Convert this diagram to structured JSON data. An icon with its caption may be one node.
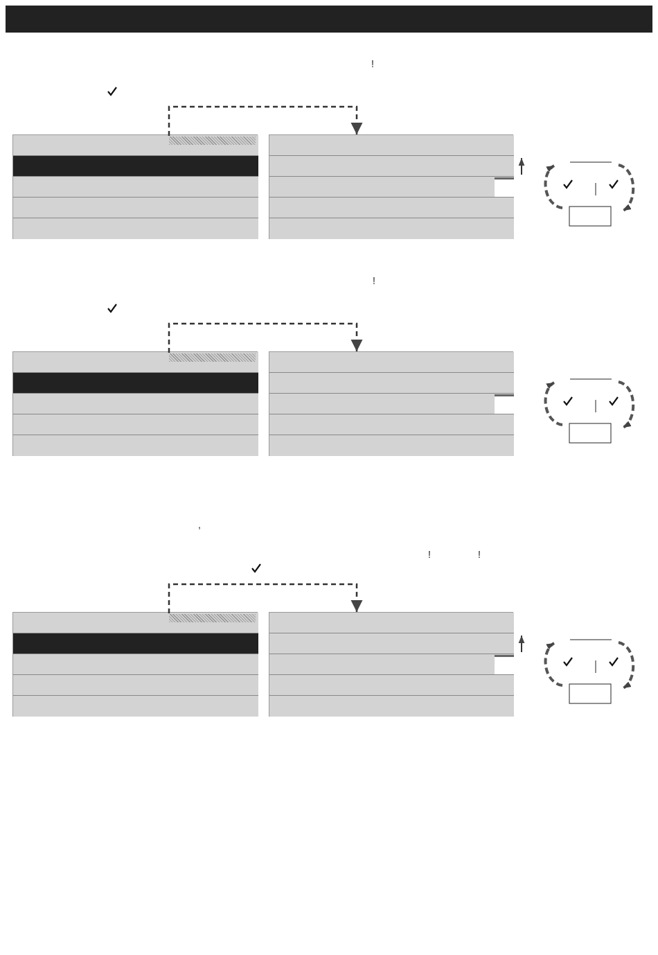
{
  "diagram": {
    "nodes": [
      {
        "text": [],
        "shape": "box"
      },
      {
        "text": [],
        "shape": "bar",
        "in": 0
      },
      {
        "text": [],
        "shape": "bar",
        "in": 0
      },
      {
        "text": [],
        "shape": "bar",
        "in": 0
      },
      {
        "text": [],
        "shape": "bar",
        "in": 0
      },
      {
        "text": [],
        "shape": "bar",
        "in": 0
      },
      {
        "text": [],
        "shape": "box",
        "in": 1
      },
      {
        "text": [],
        "shape": "box"
      },
      {
        "text": [],
        "shape": "bar",
        "in": 7
      },
      {
        "text": [],
        "shape": "bar",
        "in": 7
      },
      {
        "text": [],
        "shape": "bar",
        "in": 7
      },
      {
        "text": [],
        "shape": "bar",
        "in": 7
      },
      {
        "text": [],
        "shape": "bar",
        "in": 7
      },
      {
        "text": [],
        "shape": "box"
      },
      {
        "text": [],
        "shape": "bar",
        "in": 13
      },
      {
        "text": [],
        "shape": "bar",
        "in": 13
      },
      {
        "text": [],
        "shape": "bar",
        "in": 13
      },
      {
        "text": [],
        "shape": "bar",
        "in": 13
      },
      {
        "text": [],
        "shape": "bar",
        "in": 13
      },
      {
        "text": [],
        "shape": "box",
        "in": 14
      },
      {
        "text": [],
        "shape": "box"
      },
      {
        "text": [],
        "shape": "bar",
        "in": 20
      },
      {
        "text": [],
        "shape": "bar",
        "in": 20
      },
      {
        "text": [],
        "shape": "bar",
        "in": 20
      },
      {
        "text": [],
        "shape": "bar",
        "in": 20
      },
      {
        "text": [],
        "shape": "bar",
        "in": 20
      },
      {
        "text": [],
        "shape": "box"
      },
      {
        "text": [],
        "shape": "bar",
        "in": 26
      },
      {
        "text": [],
        "shape": "bar",
        "in": 26
      },
      {
        "text": [],
        "shape": "bar",
        "in": 26
      },
      {
        "text": [],
        "shape": "bar",
        "in": 26
      },
      {
        "text": [],
        "shape": "bar",
        "in": 26
      },
      {
        "text": [],
        "shape": "box",
        "in": 27
      },
      {
        "text": [],
        "shape": "box"
      },
      {
        "text": [],
        "shape": "bar",
        "in": 33
      },
      {
        "text": [],
        "shape": "bar",
        "in": 33
      },
      {
        "text": [],
        "shape": "bar",
        "in": 33
      },
      {
        "text": [],
        "shape": "bar",
        "in": 33
      },
      {
        "text": [],
        "shape": "bar",
        "in": 33
      }
    ],
    "edges": [
      {
        "from": 6,
        "to": 8,
        "arrow": "to",
        "style": "dashed"
      },
      {
        "from": 19,
        "to": 21,
        "arrow": "to",
        "style": "dashed"
      },
      {
        "from": 32,
        "to": 34,
        "arrow": "to",
        "style": "dashed"
      }
    ],
    "labels": [
      "!",
      "!",
      ",",
      "!",
      "!"
    ]
  }
}
